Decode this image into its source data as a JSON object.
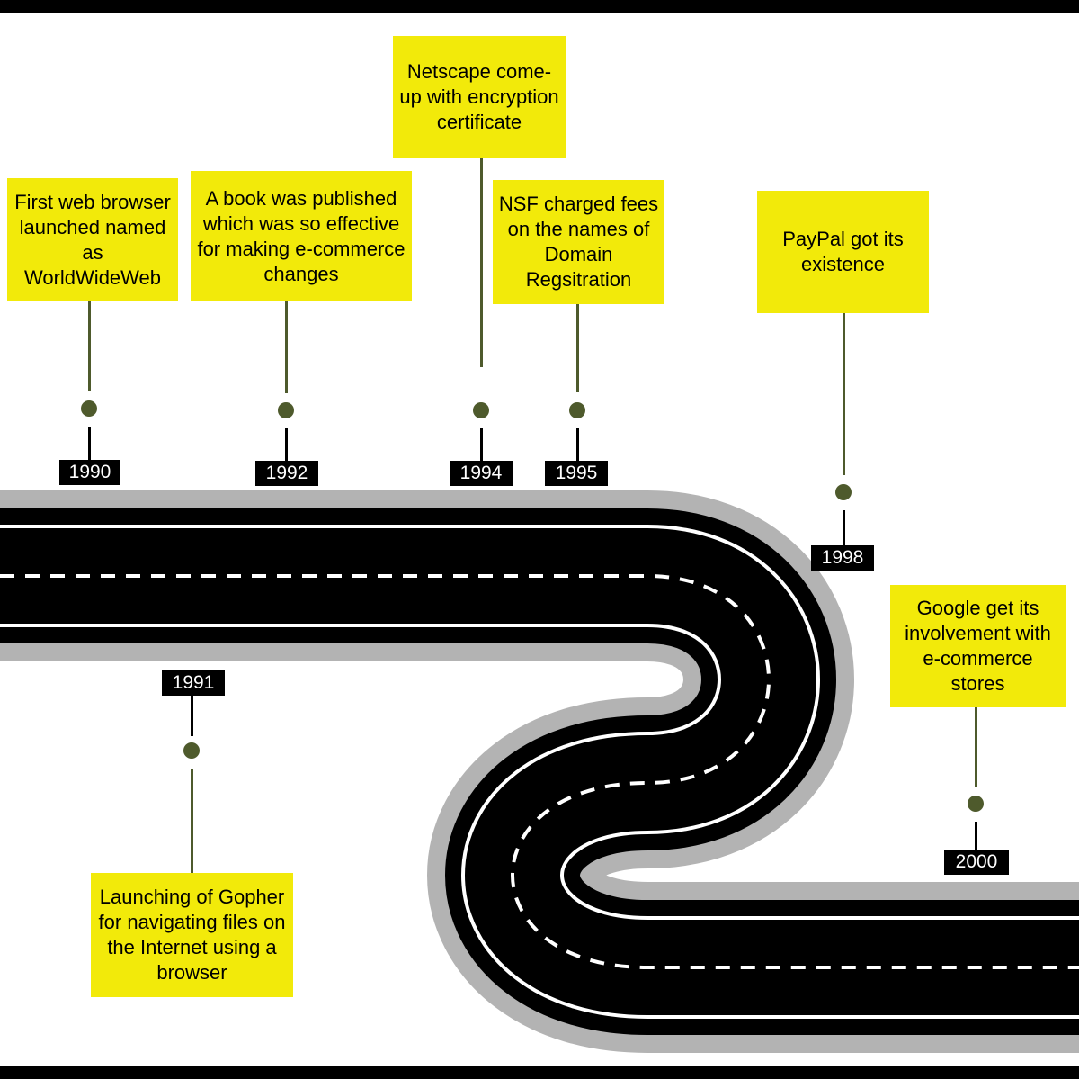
{
  "colors": {
    "box": "#f2ea0a",
    "connector": "#4e5a2c",
    "road": "#000000",
    "shoulder": "#b3b3b3",
    "tag": "#000000"
  },
  "events": [
    {
      "year": "1990",
      "text": "First web browser launched named as WorldWideWeb"
    },
    {
      "year": "1991",
      "text": "Launching of Gopher for navigating files on the Internet using a browser"
    },
    {
      "year": "1992",
      "text": "A book was published which was so effective for making e-commerce changes"
    },
    {
      "year": "1994",
      "text": "Netscape come-up with encryption certificate"
    },
    {
      "year": "1995",
      "text": "NSF charged fees on the names of Domain Regsitration"
    },
    {
      "year": "1998",
      "text": "PayPal got its existence"
    },
    {
      "year": "2000",
      "text": "Google get its involvement with e-commerce stores"
    }
  ]
}
